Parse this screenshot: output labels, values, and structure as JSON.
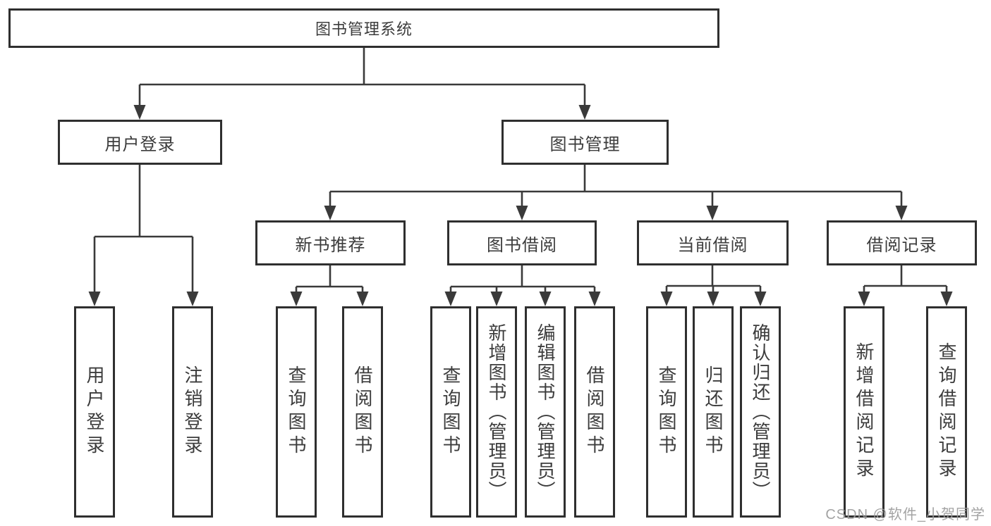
{
  "watermark": "CSDN @软件_小贺同学",
  "colors": {
    "line": "#3a3a3a",
    "border": "#2f2f2f",
    "text": "#3c3c3c",
    "watermark": "#9c9c9c",
    "background": "#ffffff"
  },
  "tree": {
    "label": "图书管理系统",
    "children": [
      {
        "label": "用户登录",
        "children": [
          {
            "label": "用户登录"
          },
          {
            "label": "注销登录"
          }
        ]
      },
      {
        "label": "图书管理",
        "children": [
          {
            "label": "新书推荐",
            "children": [
              {
                "label": "查询图书"
              },
              {
                "label": "借阅图书"
              }
            ]
          },
          {
            "label": "图书借阅",
            "children": [
              {
                "label": "查询图书"
              },
              {
                "label": "新增图书（管理员）"
              },
              {
                "label": "编辑图书（管理员）"
              },
              {
                "label": "借阅图书"
              }
            ]
          },
          {
            "label": "当前借阅",
            "children": [
              {
                "label": "查询图书"
              },
              {
                "label": "归还图书"
              },
              {
                "label": "确认归还（管理员）"
              }
            ]
          },
          {
            "label": "借阅记录",
            "children": [
              {
                "label": "新增借阅记录"
              },
              {
                "label": "查询借阅记录"
              }
            ]
          }
        ]
      }
    ]
  }
}
